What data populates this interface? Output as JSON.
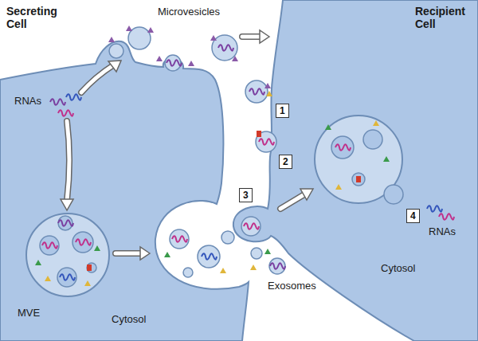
{
  "diagram": {
    "nodes": [
      {
        "text": [
          "1"
        ]
      },
      {
        "text": [
          "2"
        ]
      },
      {
        "text": [
          "3"
        ]
      },
      {
        "text": [
          "4"
        ]
      }
    ],
    "labels": [
      "Secreting Cell",
      "Microvesicles",
      "Recipient Cell",
      "RNAs",
      "MVE",
      "Cytosol",
      "Exosomes",
      "RNAs",
      "Cytosol"
    ]
  }
}
